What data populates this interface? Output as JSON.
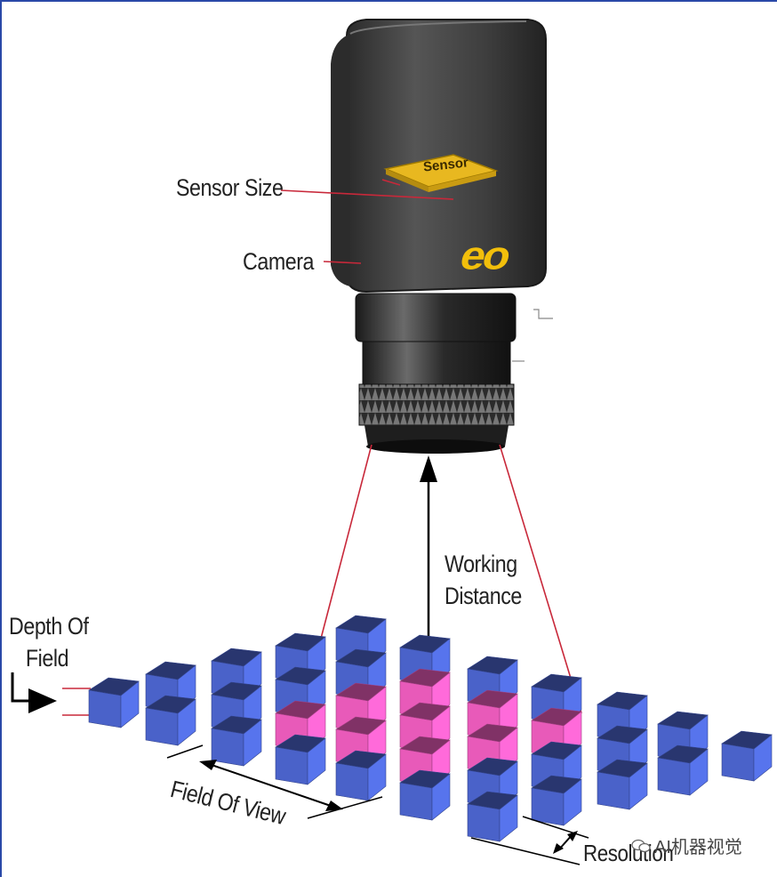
{
  "labels": {
    "sensor_size": "Sensor Size",
    "camera": "Camera",
    "sensor_chip": "Sensor",
    "brand_logo": "eo",
    "working_distance_line1": "Working",
    "working_distance_line2": "Distance",
    "depth_of_field_line1": "Depth Of",
    "depth_of_field_line2": "Field",
    "field_of_view": "Field Of View",
    "resolution": "Resolution",
    "watermark": "AI机器视觉"
  },
  "colors": {
    "frame": "#2a49a8",
    "cube_blue": "#4a62c9",
    "cube_pink": "#e85ab9",
    "camera_body": "#3d3d3d",
    "sensor_chip": "#e8b820",
    "logo": "#f2bf0b",
    "pointer_red": "#c8283a"
  },
  "icons": [
    "wechat-watermark-icon",
    "arrow-icon"
  ]
}
